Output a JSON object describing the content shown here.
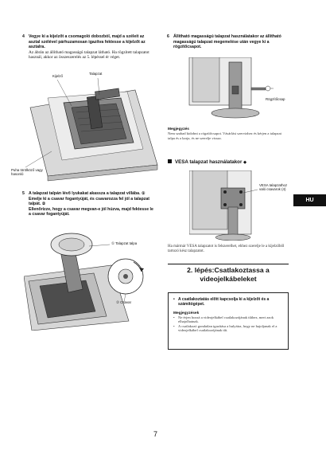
{
  "step4": {
    "num": "4",
    "bold": "Vegye ki a kijelzőt a csomagoló dobozból, majd a széleit az asztal szélével párhuzamosan igazítva fektesse a kijelzőt az asztalra.",
    "text": "Az ábrán az állítható magasságú talapzat látható. Ha rögzített talapzatot használ, akkor az összeszerelés az 5. lépéssel ér véget."
  },
  "fig1": {
    "callout_display": "Kijelző",
    "callout_stand": "Talapzat",
    "callout_cushion": "Puha törölköző vagy hasonló"
  },
  "step5": {
    "num": "5",
    "bold1": "A talapzat talpán lévő lyukakat akassza a talapzat villába.",
    "c1": "①",
    "bold2": "Emelje ki a csavar fogantyúját, és csavarozza fel jól a talapzat talpát.",
    "c2": "②",
    "bold3": "Ellenőrizze, hogy a csavar megvan-e jól húzva, majd fektesse le a csavar fogantyúját."
  },
  "fig2": {
    "callout_base": "① Talapzat talpa",
    "callout_screw": "② Csavar"
  },
  "step6": {
    "num": "6",
    "bold": "Állítható magasságú talapzat használatakor az állítható magasságú talapzat megemelése után vegye ki a rögzítőcsapot."
  },
  "fig3": {
    "callout_pin": "Rögzítőcsap"
  },
  "note1": {
    "title": "Megjegyzés",
    "text": "Nem szabad kidobni a rögzítőcsapot. Vásárlási szervizhez és kérjen a talapzat talpa és a karja, és ne szerelje vissza."
  },
  "vesa": {
    "title": "VESA talapzat használatakor",
    "title_mark": "◆"
  },
  "fig4": {
    "callout_vesa": "VESA talapzathoz való csavarok (4)"
  },
  "vesa_text": "Ha mármár VESA talapzatot is felszerelhet, ehhez szerelje le a kijelzőből tartozó kész talapzatot.",
  "hu_tab": "HU",
  "step2": {
    "title": "2. lépés:Csatlakoztassa a videojelkábeleket"
  },
  "box": {
    "warning": "A csatlakoztatás előtt kapcsolja ki a kijelzőt és a számítógépet.",
    "notes_title": "Megjegyzések",
    "notes": [
      "Ne érjen hozzá a videojelkábel csatlakozójának tűihez, mert azok elhajolhatnak.",
      "A csatlakozó gondatlan igazítása a hulyáira, hogy ne hajoljanak el a videojelkábel csatlakozójának tűi."
    ]
  },
  "page_number": "7"
}
